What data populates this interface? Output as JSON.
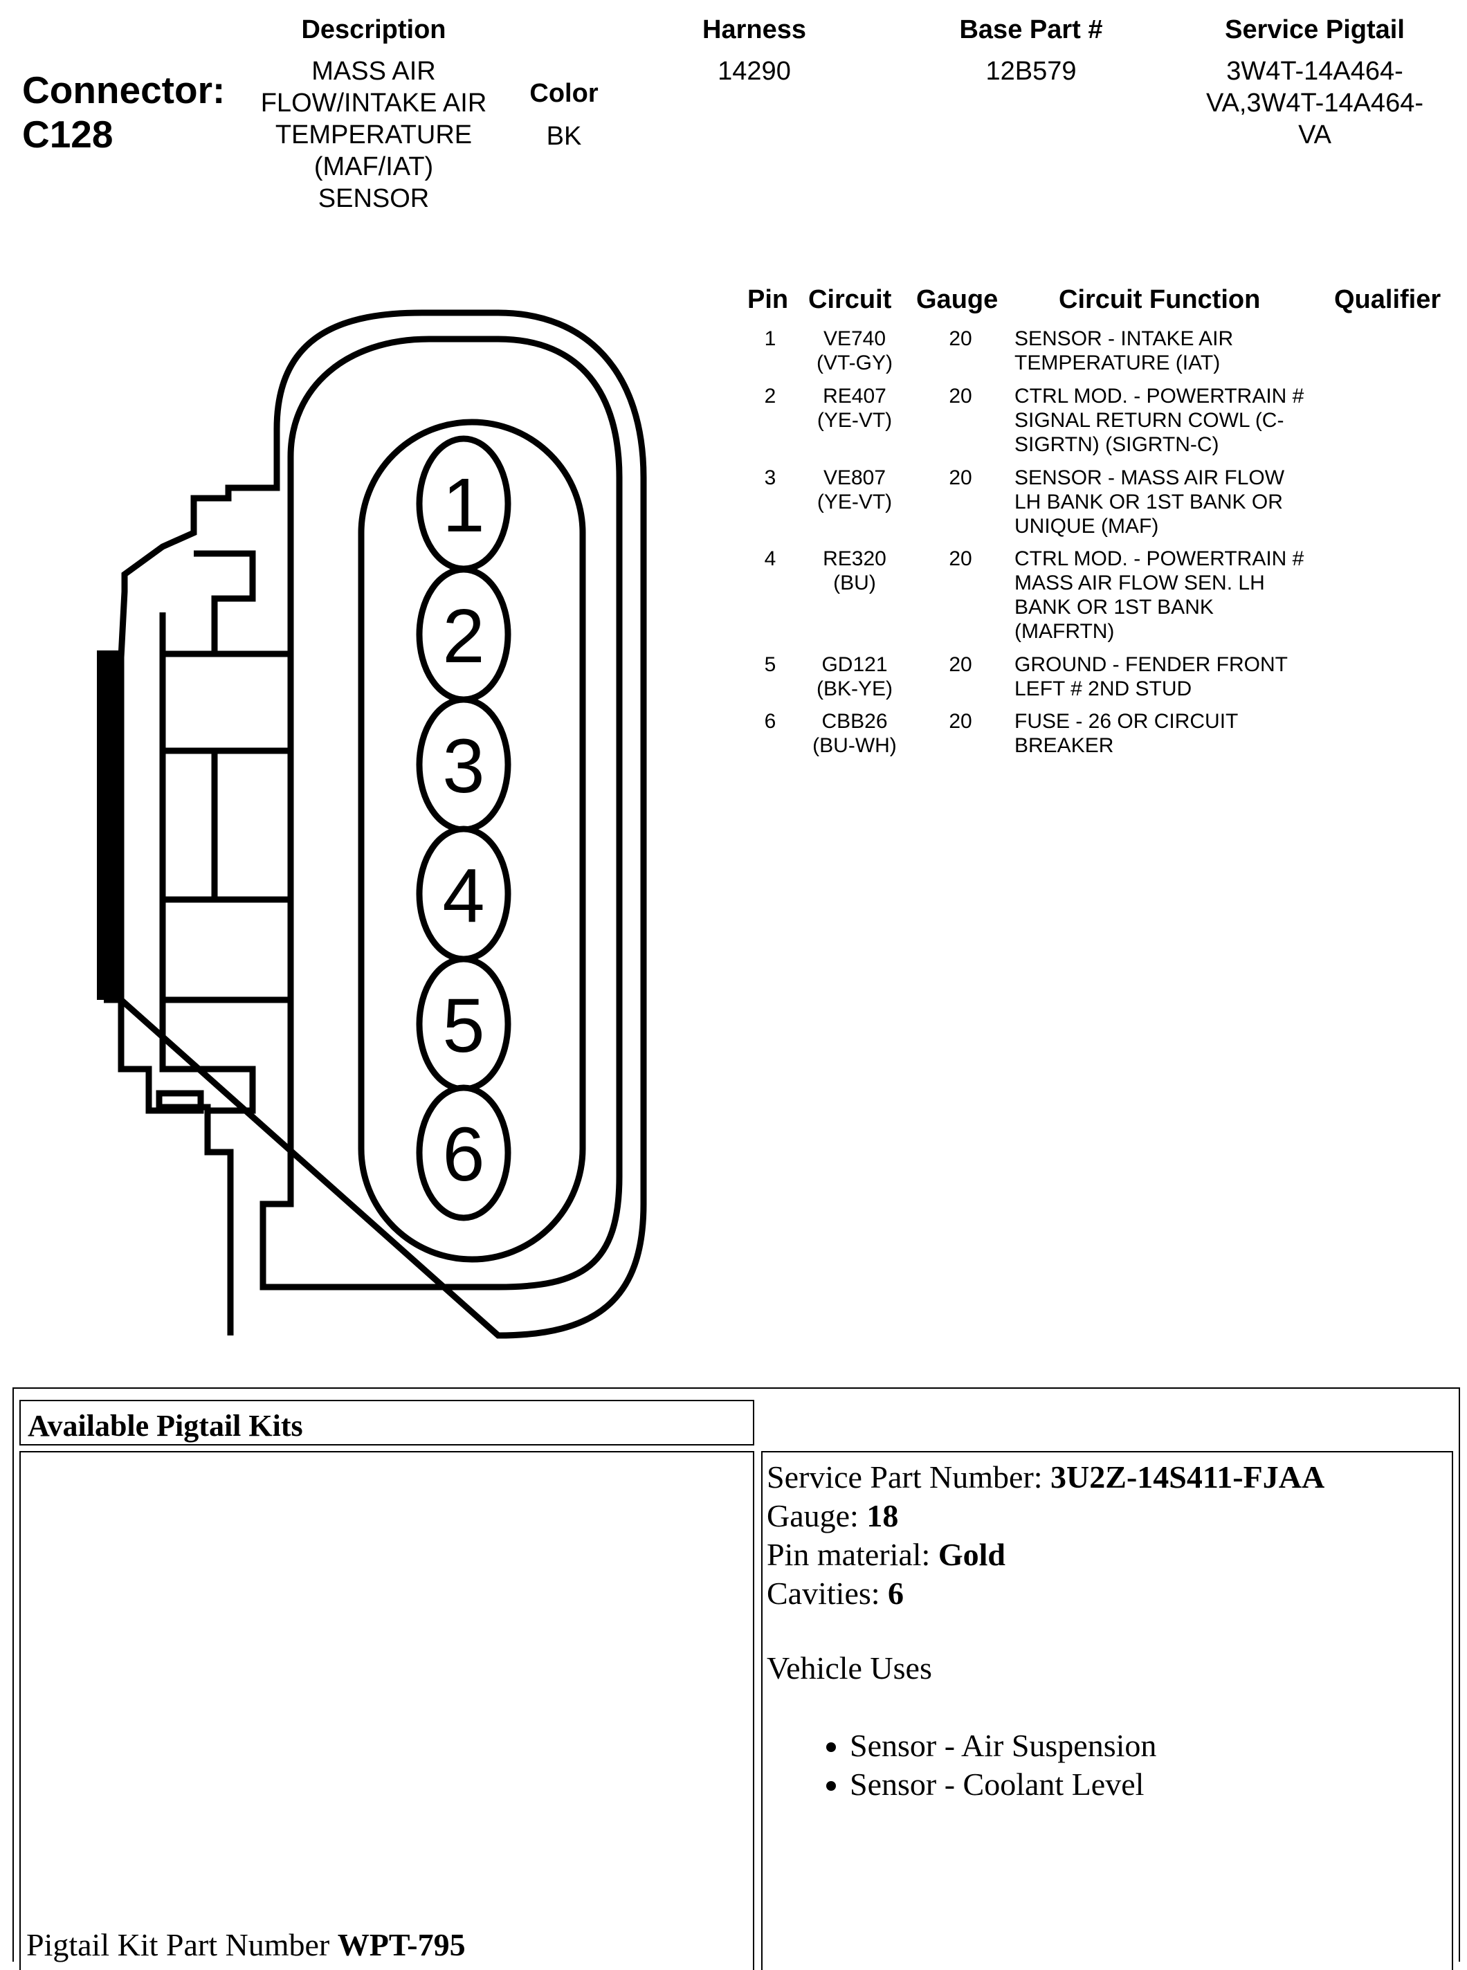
{
  "connector": {
    "label": "Connector:",
    "id": "C128"
  },
  "header": {
    "description_label": "Description",
    "description": [
      "MASS AIR",
      "FLOW/INTAKE AIR",
      "TEMPERATURE",
      "(MAF/IAT)",
      "SENSOR"
    ],
    "color_label": "Color",
    "color": "BK",
    "harness_label": "Harness",
    "harness": "14290",
    "base_part_label": "Base Part #",
    "base_part": "12B579",
    "service_pigtail_label": "Service Pigtail",
    "service_pigtail": [
      "3W4T-14A464-",
      "VA,3W4T-14A464-",
      "VA"
    ]
  },
  "pin_table": {
    "columns": [
      "Pin",
      "Circuit",
      "Gauge",
      "Circuit Function",
      "Qualifier"
    ],
    "rows": [
      {
        "pin": "1",
        "circuit": [
          "VE740",
          "(VT-GY)"
        ],
        "gauge": "20",
        "function": [
          "SENSOR - INTAKE AIR",
          "TEMPERATURE (IAT)"
        ]
      },
      {
        "pin": "2",
        "circuit": [
          "RE407",
          "(YE-VT)"
        ],
        "gauge": "20",
        "function": [
          "CTRL MOD. - POWERTRAIN #",
          "SIGNAL RETURN COWL (C-",
          "SIGRTN) (SIGRTN-C)"
        ]
      },
      {
        "pin": "3",
        "circuit": [
          "VE807",
          "(YE-VT)"
        ],
        "gauge": "20",
        "function": [
          "SENSOR - MASS AIR FLOW",
          "LH BANK OR 1ST BANK OR",
          "UNIQUE (MAF)"
        ]
      },
      {
        "pin": "4",
        "circuit": [
          "RE320",
          "(BU)"
        ],
        "gauge": "20",
        "function": [
          "CTRL MOD. - POWERTRAIN #",
          "MASS AIR FLOW SEN. LH",
          "BANK OR 1ST BANK",
          "(MAFRTN)"
        ]
      },
      {
        "pin": "5",
        "circuit": [
          "GD121",
          "(BK-YE)"
        ],
        "gauge": "20",
        "function": [
          "GROUND - FENDER FRONT",
          "LEFT # 2ND STUD"
        ]
      },
      {
        "pin": "6",
        "circuit": [
          "CBB26",
          "(BU-WH)"
        ],
        "gauge": "20",
        "function": [
          "FUSE - 26 OR CIRCUIT",
          "BREAKER"
        ]
      }
    ]
  },
  "diagram": {
    "pin_numbers": [
      "1",
      "2",
      "3",
      "4",
      "5",
      "6"
    ]
  },
  "pigtail_kits": {
    "title": "Available Pigtail Kits",
    "kit_part_label": "Pigtail Kit Part Number ",
    "kit_part_number": "WPT-795",
    "service_part_label": "Service Part Number: ",
    "service_part_number": "3U2Z-14S411-FJAA",
    "gauge_label": "Gauge: ",
    "gauge": "18",
    "pin_material_label": "Pin material: ",
    "pin_material": "Gold",
    "cavities_label": "Cavities: ",
    "cavities": "6",
    "vehicle_uses_label": "Vehicle Uses",
    "vehicle_uses": [
      "Sensor - Air Suspension",
      "Sensor - Coolant Level"
    ]
  }
}
